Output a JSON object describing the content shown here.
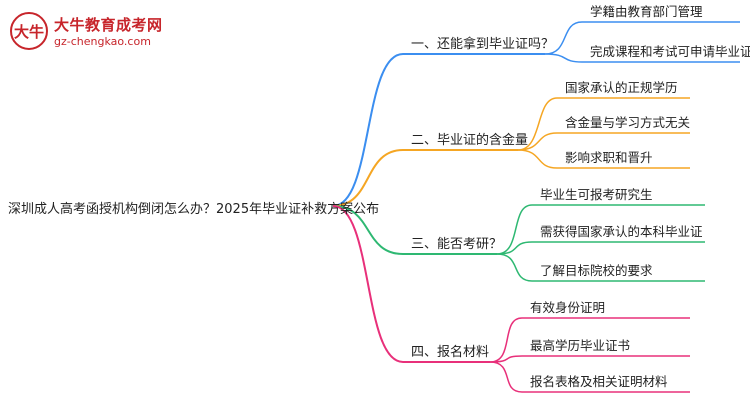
{
  "logo": {
    "mark": "大牛",
    "title": "大牛教育成考网",
    "url": "gz-chengkao.com"
  },
  "root": {
    "label": "深圳成人高考函授机构倒闭怎么办？2025年毕业证补救方案公布"
  },
  "branches": [
    {
      "label": "一、还能拿到毕业证吗？",
      "color": "#3b8ef0",
      "children": [
        "学籍由教育部门管理",
        "完成课程和考试可申请毕业证"
      ]
    },
    {
      "label": "二、毕业证的含金量",
      "color": "#f5a623",
      "children": [
        "国家承认的正规学历",
        "含金量与学习方式无关",
        "影响求职和晋升"
      ]
    },
    {
      "label": "三、能否考研？",
      "color": "#2eb872",
      "children": [
        "毕业生可报考研究生",
        "需获得国家承认的本科毕业证",
        "了解目标院校的要求"
      ]
    },
    {
      "label": "四、报名材料",
      "color": "#e8307a",
      "children": [
        "有效身份证明",
        "最高学历毕业证书",
        "报名表格及相关证明材料"
      ]
    }
  ]
}
